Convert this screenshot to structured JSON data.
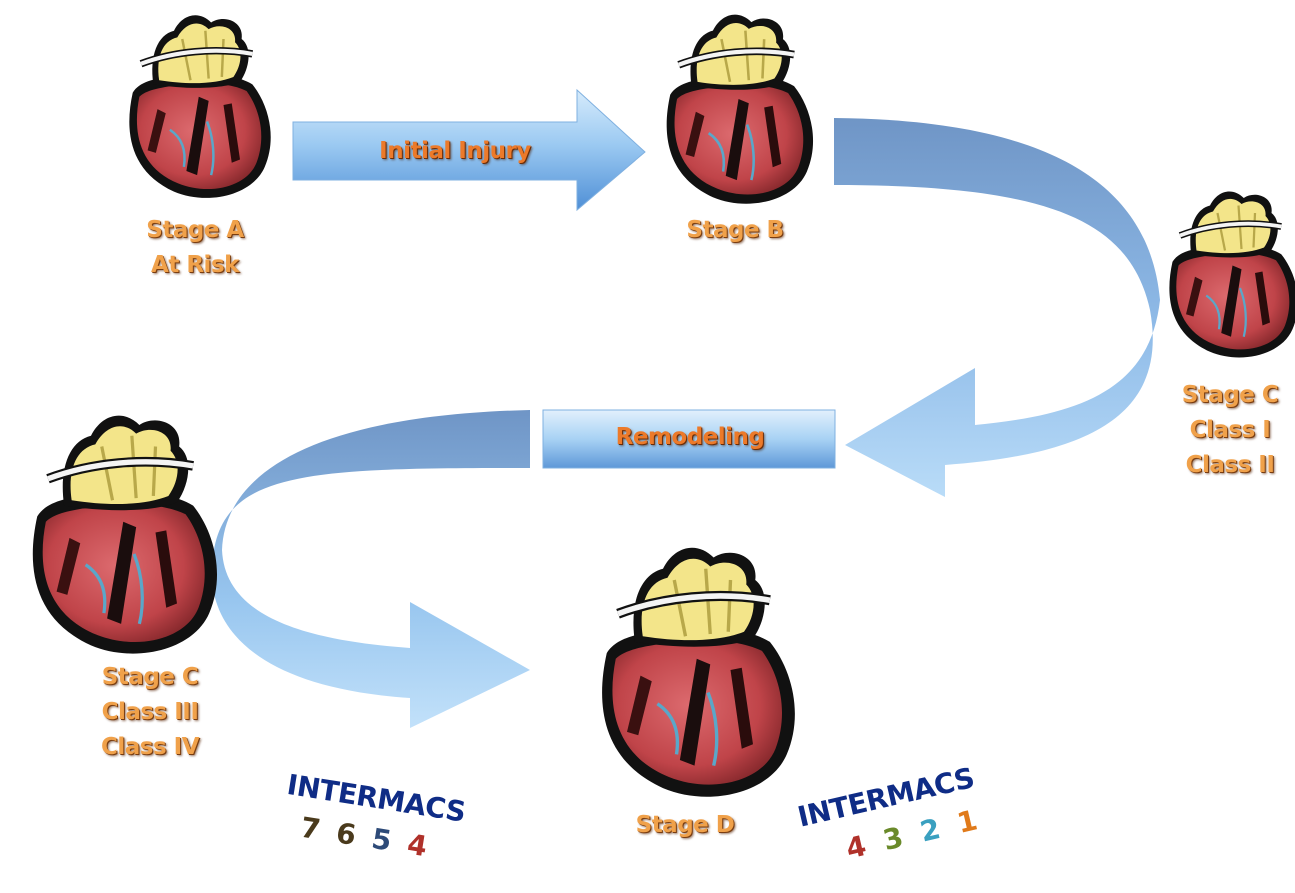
{
  "arrows": {
    "initial_injury": "Initial Injury",
    "remodeling": "Remodeling"
  },
  "stages": {
    "a": [
      "Stage A",
      "At Risk"
    ],
    "b": [
      "Stage B"
    ],
    "c_early": [
      "Stage C",
      "Class I",
      "Class II"
    ],
    "c_late": [
      "Stage C",
      "Class III",
      "Class IV"
    ],
    "d": [
      "Stage D"
    ]
  },
  "intermacs": {
    "left": {
      "title": "INTERMACS",
      "numbers": [
        "7",
        "6",
        "5",
        "4"
      ],
      "colors": [
        "#4a3a1c",
        "#4a3a1c",
        "#2d4a78",
        "#b0312a"
      ]
    },
    "right": {
      "title": "INTERMACS",
      "numbers": [
        "4",
        "3",
        "2",
        "1"
      ],
      "colors": [
        "#b0312a",
        "#6a8a2a",
        "#3aa0c0",
        "#e07a1a"
      ]
    }
  },
  "colors": {
    "arrow_light": "#a8d0f4",
    "arrow_dark": "#5e90c8",
    "heart_red": "#c94a4f",
    "heart_yellow": "#f3e58a",
    "label_orange": "#f0a14a"
  }
}
